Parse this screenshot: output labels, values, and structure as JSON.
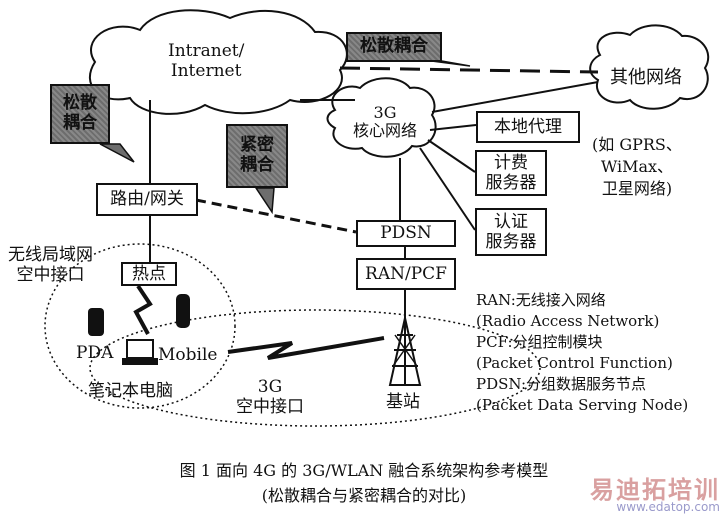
{
  "nodes": {
    "intranet": "Intranet/\nInternet",
    "other_networks": "其他网络",
    "other_examples": "(如 GPRS、\nWiMax、\n卫星网络)",
    "core": "3G\n核心网络",
    "local_agent": "本地代理",
    "billing": "计费\n服务器",
    "auth": "认证\n服务器",
    "router": "路由/网关",
    "pdsn": "PDSN",
    "ran_pcf": "RAN/PCF",
    "hotspot": "热点",
    "wlan_air": "无线局域网\n空中接口",
    "pda": "PDA",
    "mobile": "Mobile",
    "laptop": "笔记本电脑",
    "air_3g": "3G\n空中接口",
    "base_station": "基站"
  },
  "callouts": {
    "loose_top": "松散耦合",
    "loose_left": "松散\n耦合",
    "tight": "紧密\n耦合"
  },
  "legend": [
    "RAN:无线接入网络",
    "(Radio Access Network)",
    "PCF:分组控制模块",
    "(Packet Control Function)",
    "PDSN:分组数据服务节点",
    "(Packet Data Serving Node)"
  ],
  "caption": {
    "line1": "图 1   面向 4G 的 3G/WLAN 融合系统架构参考模型",
    "line2": "(松散耦合与紧密耦合的对比)"
  },
  "watermark": {
    "cn": "易迪拓培训",
    "url": "www.edatop.com"
  }
}
